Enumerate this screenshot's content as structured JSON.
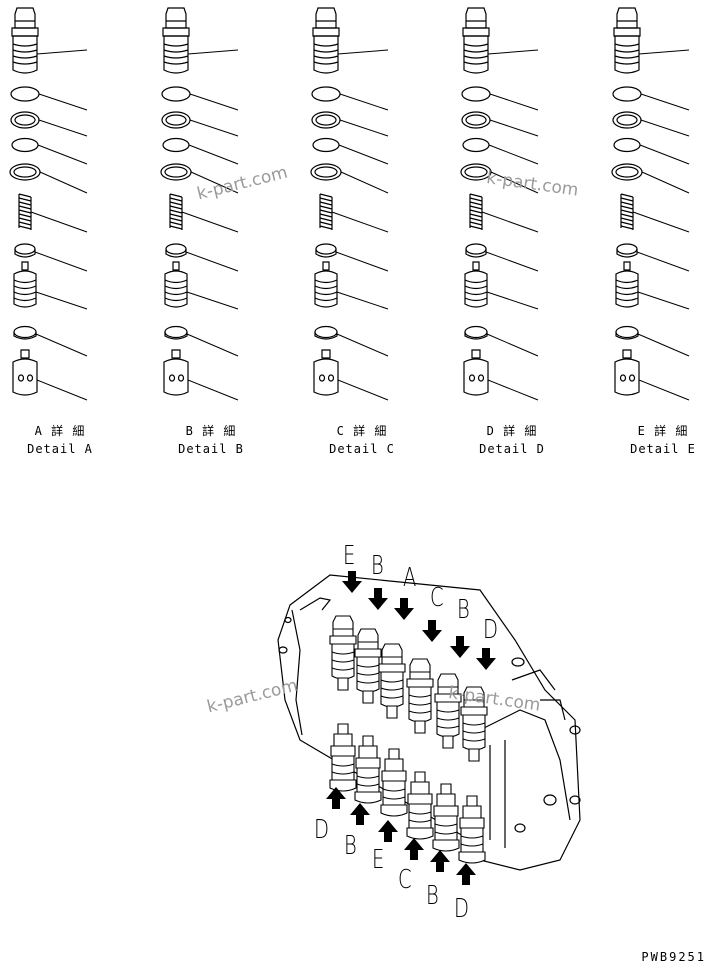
{
  "details": [
    {
      "jp": "A 詳 細",
      "en": "Detail A"
    },
    {
      "jp": "B 詳 細",
      "en": "Detail B"
    },
    {
      "jp": "C 詳 細",
      "en": "Detail C"
    },
    {
      "jp": "D 詳 細",
      "en": "Detail D"
    },
    {
      "jp": "E 詳 細",
      "en": "Detail E"
    }
  ],
  "watermark": "k-part.com",
  "drawing_code": "PWB9251",
  "valve_labels_top": [
    "E",
    "B",
    "A",
    "C",
    "B",
    "D"
  ],
  "valve_labels_bottom": [
    "D",
    "B",
    "E",
    "C",
    "B",
    "D"
  ]
}
